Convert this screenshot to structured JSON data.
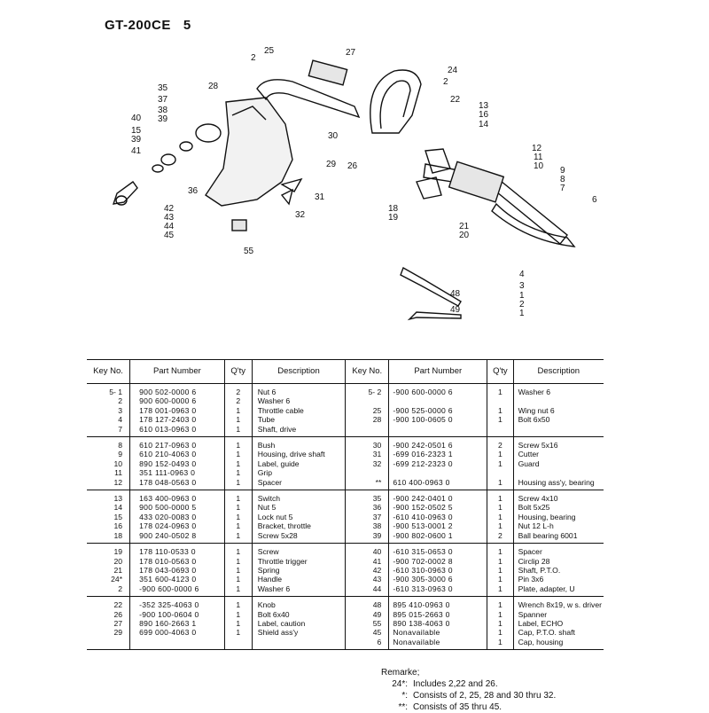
{
  "header": {
    "model": "GT-200CE",
    "page": "5"
  },
  "diagram_callouts": [
    "25",
    "2",
    "27",
    "24",
    "2",
    "22",
    "35",
    "28",
    "37",
    "38",
    "39",
    "13",
    "16",
    "40",
    "14",
    "15",
    "39",
    "41",
    "30",
    "12",
    "11",
    "10",
    "26",
    "29",
    "9",
    "8",
    "7",
    "42",
    "43",
    "44",
    "45",
    "36",
    "31",
    "32",
    "6",
    "18",
    "19",
    "21",
    "20",
    "55",
    "4",
    "3",
    "1",
    "2",
    "1",
    "48",
    "49"
  ],
  "table": {
    "headers": {
      "key": "Key No.",
      "part": "Part Number",
      "qty": "Q'ty",
      "desc": "Description",
      "key2": "Key No.",
      "part2": "Part Number",
      "qty2": "Q'ty",
      "desc2": "Description"
    },
    "groups": [
      [
        [
          "5- 1",
          "900 502-0000 6",
          "2",
          "Nut 6",
          "5- 2",
          "-900 600-0000 6",
          "1",
          "Washer 6"
        ],
        [
          "2",
          "900 600-0000 6",
          "2",
          "Washer 6",
          "",
          "",
          "",
          ""
        ],
        [
          "3",
          "178 001-0963 0",
          "1",
          "Throttle cable",
          "25",
          "-900 525-0000 6",
          "1",
          "Wing nut 6"
        ],
        [
          "4",
          "178 127-2403 0",
          "1",
          "Tube",
          "28",
          "-900 100-0605 0",
          "1",
          "Bolt 6x50"
        ],
        [
          "7",
          "610 013-0963 0",
          "1",
          "Shaft, drive",
          "",
          "",
          "",
          ""
        ]
      ],
      [
        [
          "8",
          "610 217-0963 0",
          "1",
          "Bush",
          "30",
          "-900 242-0501 6",
          "2",
          "Screw 5x16"
        ],
        [
          "9",
          "610 210-4063 0",
          "1",
          "Housing, drive shaft",
          "31",
          "-699 016-2323 1",
          "1",
          "Cutter"
        ],
        [
          "10",
          "890 152-0493 0",
          "1",
          "Label, guide",
          "32",
          "-699 212-2323 0",
          "1",
          "Guard"
        ],
        [
          "11",
          "351 111-0963 0",
          "1",
          "Grip",
          "",
          "",
          "",
          ""
        ],
        [
          "12",
          "178 048-0563 0",
          "1",
          "Spacer",
          "**",
          "610 400-0963 0",
          "1",
          "Housing ass'y, bearing"
        ]
      ],
      [
        [
          "13",
          "163 400-0963 0",
          "1",
          "Switch",
          "35",
          "-900 242-0401 0",
          "1",
          "Screw 4x10"
        ],
        [
          "14",
          "900 500-0000 5",
          "1",
          "Nut 5",
          "36",
          "-900 152-0502 5",
          "1",
          "Bolt 5x25"
        ],
        [
          "15",
          "433 020-0083 0",
          "1",
          "Lock nut 5",
          "37",
          "-610 410-0963 0",
          "1",
          "Housing, bearing"
        ],
        [
          "16",
          "178 024-0963 0",
          "1",
          "Bracket, throttle",
          "38",
          "-900 513-0001 2",
          "1",
          "Nut 12 L-h"
        ],
        [
          "18",
          "900 240-0502 8",
          "1",
          "Screw 5x28",
          "39",
          "-900 802-0600 1",
          "2",
          "Ball bearing 6001"
        ]
      ],
      [
        [
          "19",
          "178 110-0533 0",
          "1",
          "Screw",
          "40",
          "-610 315-0653 0",
          "1",
          "Spacer"
        ],
        [
          "20",
          "178 010-0563 0",
          "1",
          "Throttle trigger",
          "41",
          "-900 702-0002 8",
          "1",
          "Circlip 28"
        ],
        [
          "21",
          "178 043-0693 0",
          "1",
          "Spring",
          "42",
          "-610 310-0963 0",
          "1",
          "Shaft, P.T.O."
        ],
        [
          "24*",
          "351 600-4123 0",
          "1",
          "Handle",
          "43",
          "-900 305-3000 6",
          "1",
          "Pin 3x6"
        ],
        [
          "2",
          "-900 600-0000 6",
          "1",
          "Washer 6",
          "44",
          "-610 313-0963 0",
          "1",
          "Plate, adapter, U"
        ]
      ],
      [
        [
          "22",
          "-352 325-4063 0",
          "1",
          "Knob",
          "48",
          "895 410-0963 0",
          "1",
          "Wrench 8x19, w s. driver"
        ],
        [
          "26",
          "-900 100-0604 0",
          "1",
          "Bolt 6x40",
          "49",
          "895 015-2663 0",
          "1",
          "Spanner"
        ],
        [
          "27",
          "890 160-2663 1",
          "1",
          "Label, caution",
          "55",
          "890 138-4063 0",
          "1",
          "Label, ECHO"
        ],
        [
          "29",
          "699 000-4063 0",
          "1",
          "Shield ass'y",
          "45",
          "Nonavailable",
          "1",
          "Cap, P.T.O. shaft"
        ],
        [
          "",
          "",
          "",
          "",
          "6",
          "Nonavailable",
          "1",
          "Cap, housing"
        ]
      ]
    ]
  },
  "remarks": {
    "title": "Remarke;",
    "lines": [
      {
        "mark": "24*:",
        "text": "Includes 2,22 and 26."
      },
      {
        "mark": "*:",
        "text": "Consists of 2, 25, 28 and 30 thru 32."
      },
      {
        "mark": "**:",
        "text": "Consists of 35 thru 45."
      }
    ]
  }
}
